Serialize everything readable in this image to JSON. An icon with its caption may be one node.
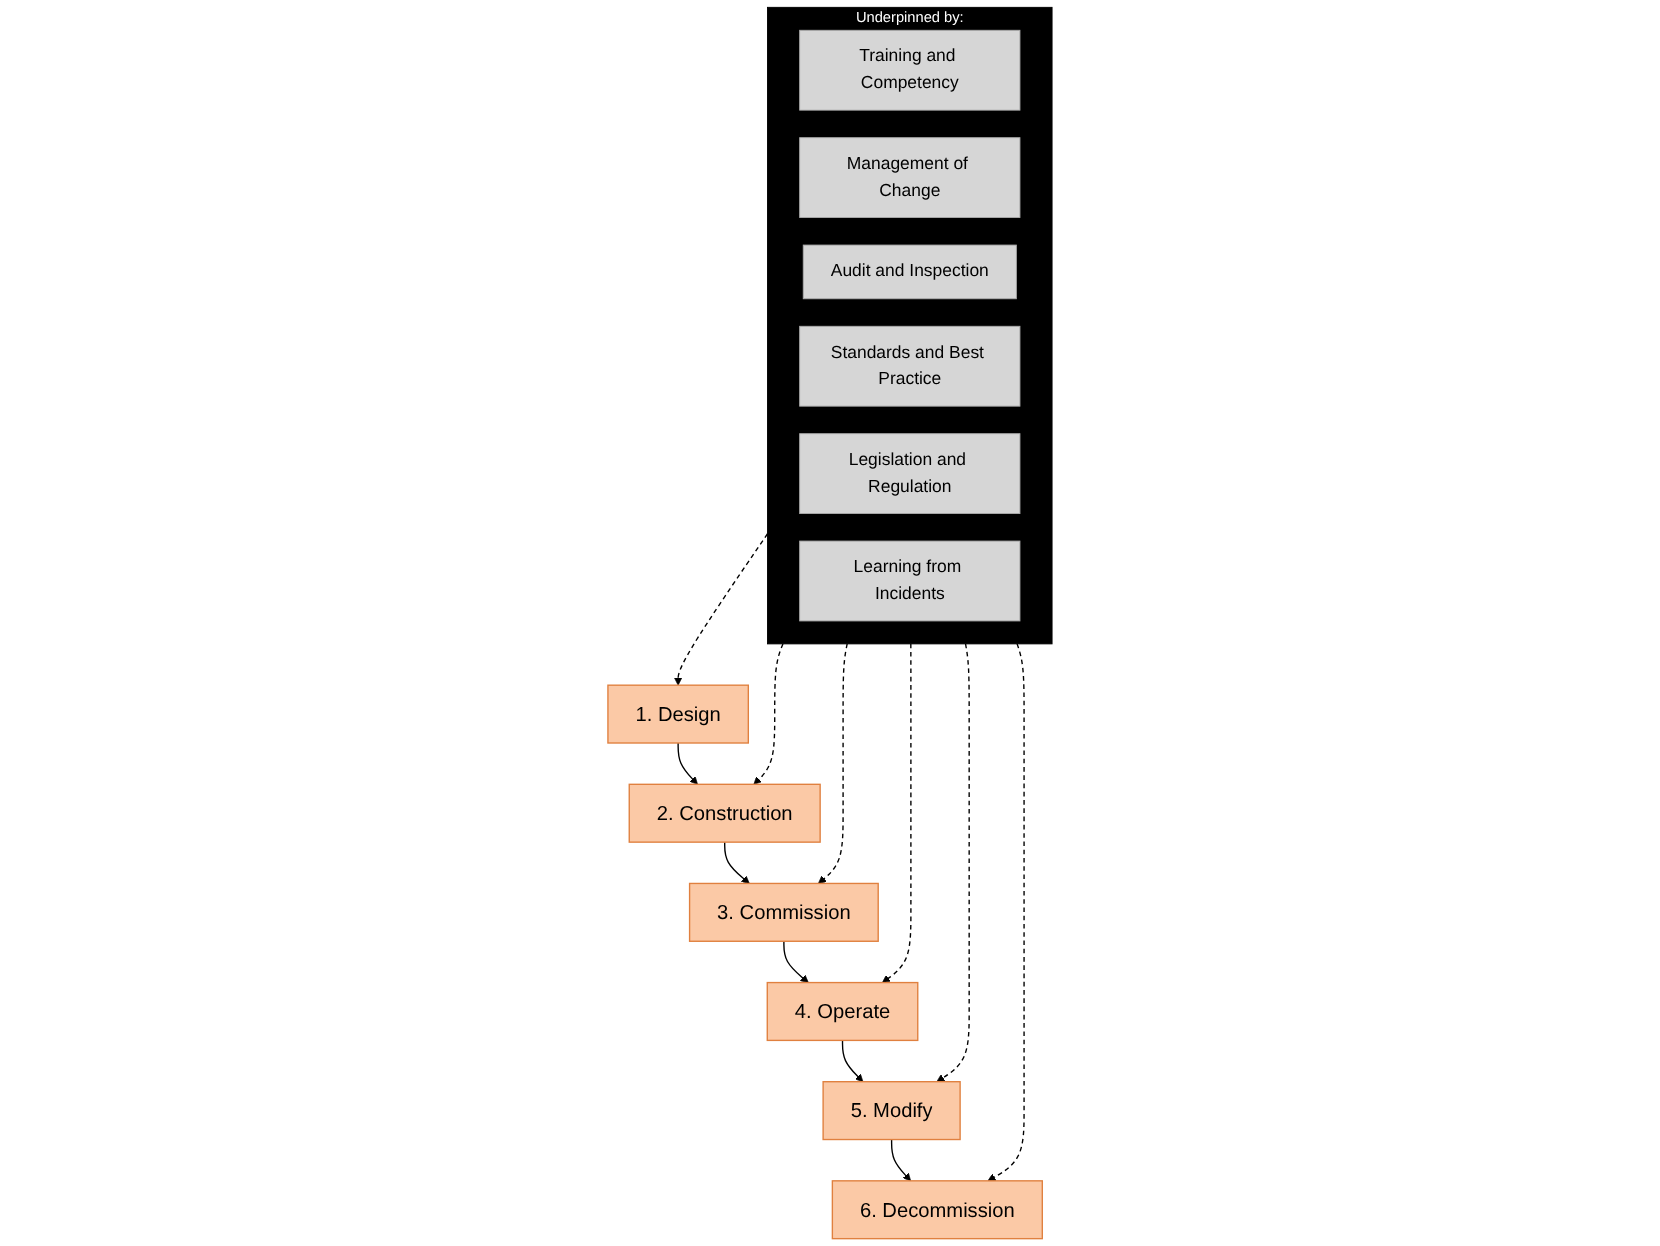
{
  "diagram": {
    "nodes": [
      {
        "text": [
          "1. Design"
        ]
      },
      {
        "text": [
          "2. Construction"
        ]
      },
      {
        "text": [
          "3. Commission"
        ]
      },
      {
        "text": [
          "Underpinned by:"
        ]
      },
      {
        "text": [
          "Training and Competency"
        ],
        "in": 3
      },
      {
        "text": [
          "Management of Change"
        ],
        "in": 3
      },
      {
        "text": [
          "Audit and Inspection"
        ],
        "in": 3
      },
      {
        "text": [
          "Standards and Best Practice"
        ],
        "in": 3
      },
      {
        "text": [
          "Legislation and Regulation"
        ],
        "in": 3
      },
      {
        "text": [
          "Learning from Incidents"
        ],
        "in": 3
      },
      {
        "text": [
          "6. Decommission"
        ]
      },
      {
        "text": [
          "5. Modify"
        ]
      },
      {
        "text": [
          "4. Operate"
        ]
      }
    ],
    "edges": [
      {
        "from": 0,
        "to": 1,
        "arrow": "to"
      },
      {
        "from": 1,
        "to": 2,
        "arrow": "to"
      },
      {
        "from": 2,
        "to": 12,
        "arrow": "to"
      },
      {
        "from": 12,
        "to": 11,
        "arrow": "to"
      },
      {
        "from": 11,
        "to": 10,
        "arrow": "to"
      },
      {
        "from": 3,
        "to": 0,
        "arrow": "to",
        "style": "dashed"
      },
      {
        "from": 3,
        "to": 1,
        "arrow": "to",
        "style": "dashed"
      },
      {
        "from": 3,
        "to": 2,
        "arrow": "to",
        "style": "dashed"
      },
      {
        "from": 3,
        "to": 10,
        "arrow": "to",
        "style": "dashed"
      },
      {
        "from": 3,
        "to": 11,
        "arrow": "to",
        "style": "dashed"
      },
      {
        "from": 3,
        "to": 12,
        "arrow": "to",
        "style": "dashed"
      }
    ]
  }
}
